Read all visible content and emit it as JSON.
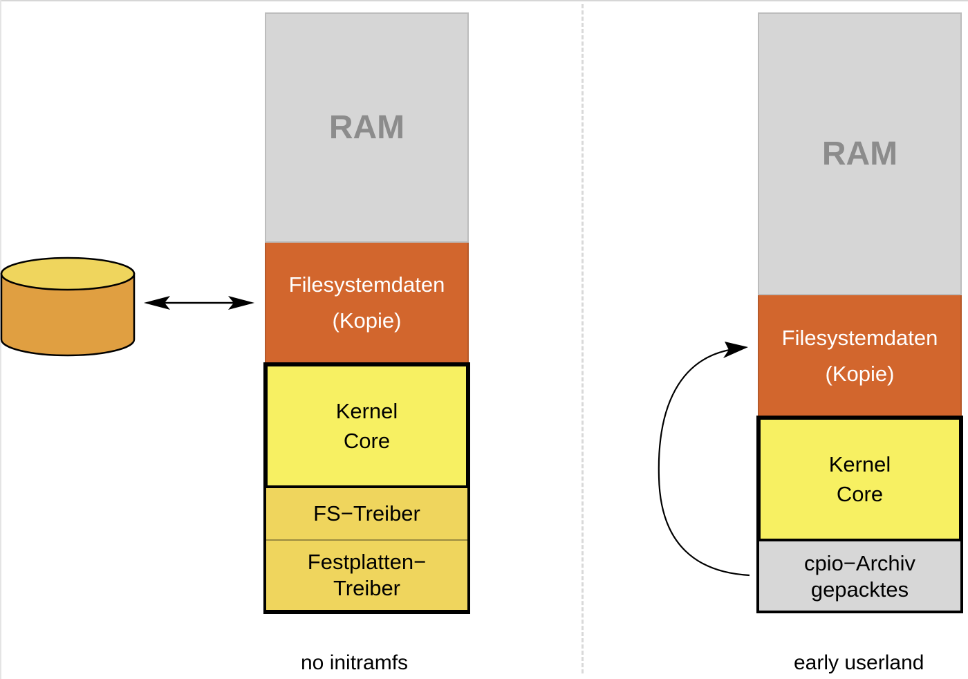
{
  "left_panel": {
    "ram_label": "RAM",
    "fs_line1": "Filesystemdaten",
    "fs_line2": "(Kopie)",
    "kernel_line1": "Kernel",
    "kernel_line2": "Core",
    "fs_driver": "FS−Treiber",
    "disk_driver_line1": "Festplatten−",
    "disk_driver_line2": "Treiber",
    "caption": "no initramfs"
  },
  "right_panel": {
    "ram_label": "RAM",
    "fs_line1": "Filesystemdaten",
    "fs_line2": "(Kopie)",
    "kernel_line1": "Kernel",
    "kernel_line2": "Core",
    "cpio_line1": "cpio−Archiv",
    "cpio_line2": "gepacktes",
    "caption": "early userland"
  },
  "colors": {
    "ram": "#d6d6d6",
    "filesystem": "#d2662d",
    "kernel": "#f7f062",
    "driver": "#efd55d",
    "cpio": "#d7d7d7",
    "disk_top": "#efd55d",
    "disk_body": "#e09f41"
  }
}
